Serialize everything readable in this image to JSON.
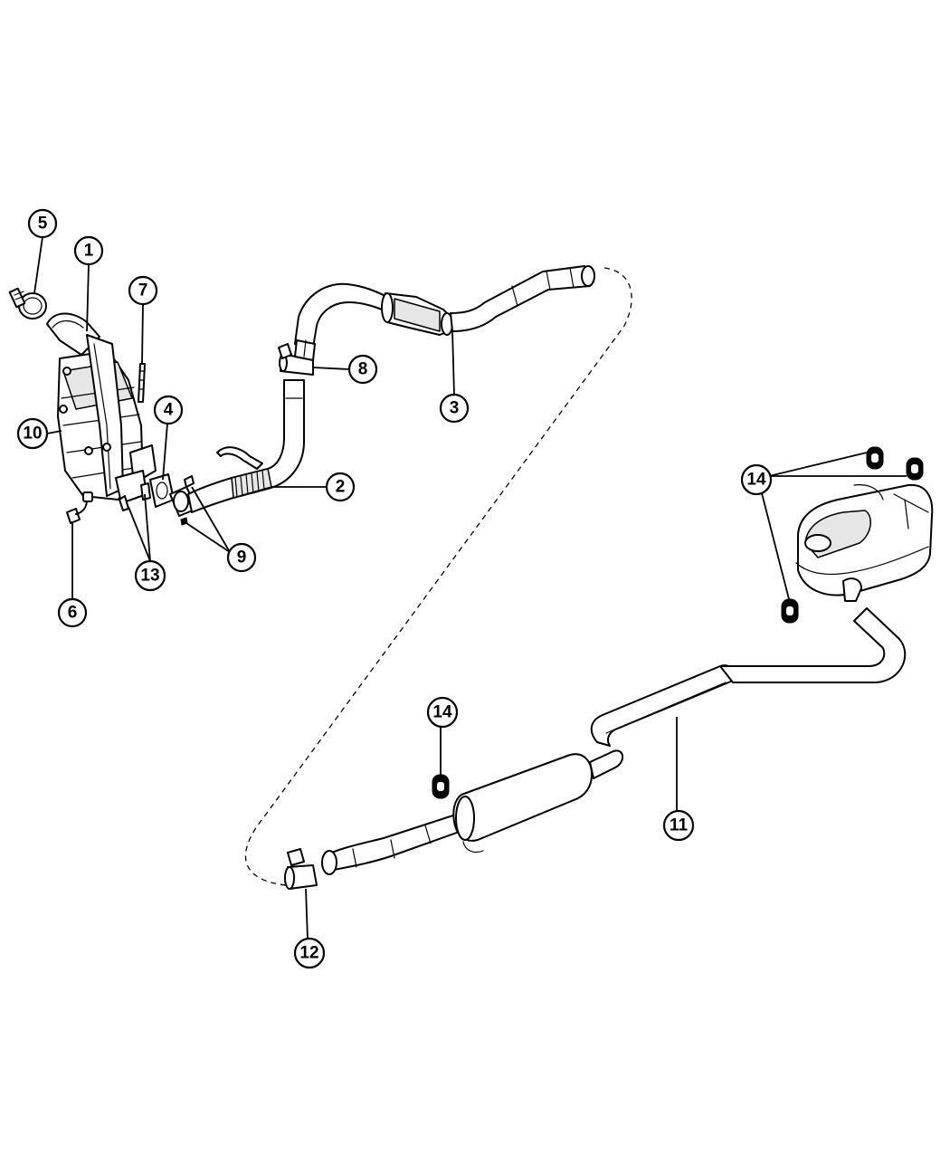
{
  "callouts": [
    {
      "id": "c5",
      "label": "5"
    },
    {
      "id": "c1",
      "label": "1"
    },
    {
      "id": "c7",
      "label": "7"
    },
    {
      "id": "c4",
      "label": "4"
    },
    {
      "id": "c10",
      "label": "10"
    },
    {
      "id": "c2",
      "label": "2"
    },
    {
      "id": "c8",
      "label": "8"
    },
    {
      "id": "c3",
      "label": "3"
    },
    {
      "id": "c9",
      "label": "9"
    },
    {
      "id": "c13",
      "label": "13"
    },
    {
      "id": "c6",
      "label": "6"
    },
    {
      "id": "c14a",
      "label": "14"
    },
    {
      "id": "c14b",
      "label": "14"
    },
    {
      "id": "c11",
      "label": "11"
    },
    {
      "id": "c12",
      "label": "12"
    }
  ]
}
